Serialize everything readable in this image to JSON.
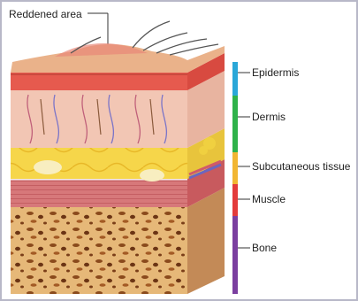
{
  "callout": {
    "label": "Reddened area"
  },
  "layers": [
    {
      "name": "Epidermis",
      "bar_color": "#2aa7d8"
    },
    {
      "name": "Dermis",
      "bar_color": "#2fb24a"
    },
    {
      "name": "Subcutaneous tissue",
      "bar_color": "#f2b632"
    },
    {
      "name": "Muscle",
      "bar_color": "#e33b3b"
    },
    {
      "name": "Bone",
      "bar_color": "#7b3fa0"
    }
  ]
}
